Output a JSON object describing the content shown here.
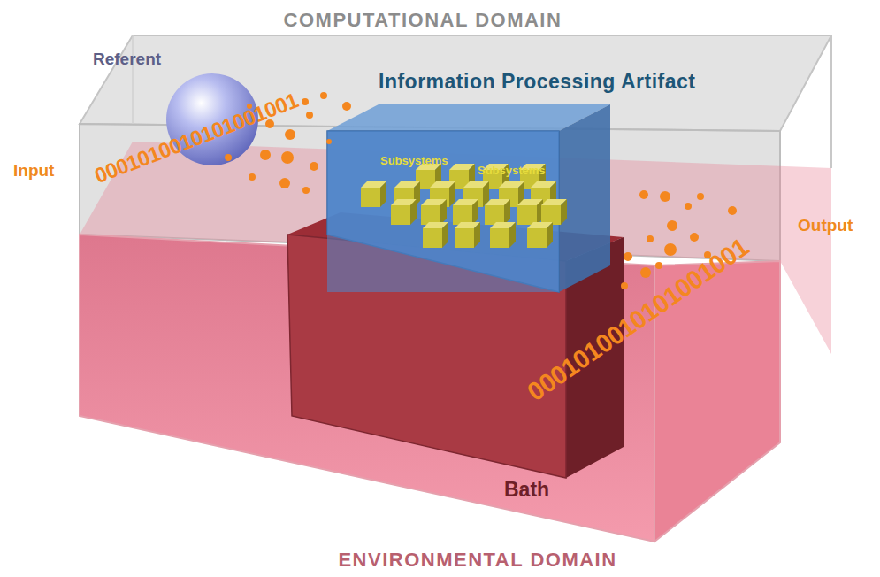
{
  "diagram": {
    "nodes": [
      {
        "text": [
          "COMPUTATIONAL DOMAIN"
        ]
      },
      {
        "text": [
          "ENVIRONMENTAL DOMAIN"
        ]
      },
      {
        "text": [
          "Referent"
        ],
        "in": 0
      },
      {
        "text": [
          "Information Processing Artifact"
        ],
        "in": 0
      },
      {
        "text": [
          "Bath"
        ],
        "in": 1
      }
    ],
    "labels": [
      "Subsystems",
      "Subsystems",
      "Input",
      "0001010010101001001",
      "Output",
      "0001010010101001001"
    ]
  }
}
